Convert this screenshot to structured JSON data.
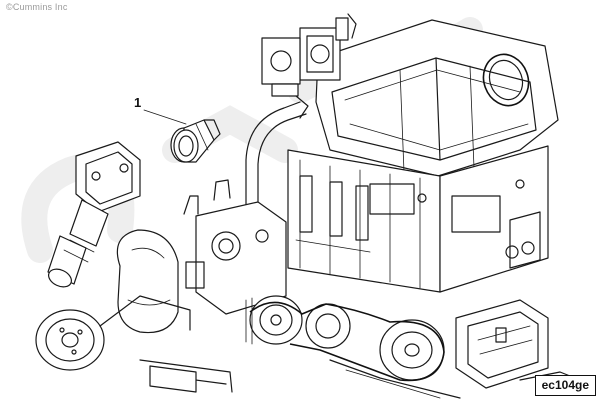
{
  "copyright": "©Cummins Inc",
  "callout": "1",
  "figure_code": "ec104ge",
  "colors": {
    "line": "#1a1a1a",
    "background": "#ffffff",
    "watermark": "#eeeeee",
    "copyright_text": "#9a9a9a"
  }
}
